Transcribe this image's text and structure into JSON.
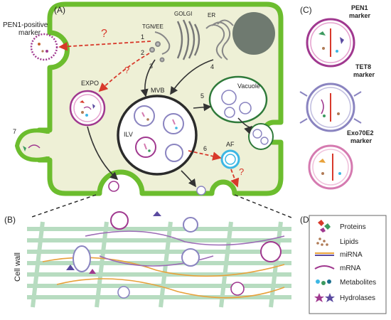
{
  "panels": {
    "a": "(A)",
    "b": "(B)",
    "c": "(C)",
    "d": "(D)"
  },
  "cell_labels": {
    "pen1_positive_marker": [
      "PEN1-positive",
      "marker"
    ],
    "tgn_ee": "TGN/EE",
    "golgi": "GOLGI",
    "er": "ER",
    "expo": "EXPO",
    "mvb": "MVB",
    "vacuole": "Vacuole",
    "ilv": "ILV",
    "af": "AF",
    "question": "?"
  },
  "pathways": [
    "1",
    "2",
    "3",
    "4",
    "5",
    "6",
    "7"
  ],
  "cell_wall_label": "Cell wall",
  "markers": [
    [
      "PEN1",
      "marker"
    ],
    [
      "TET8",
      "marker"
    ],
    [
      "Exo70E2",
      "marker"
    ]
  ],
  "legend": {
    "items": [
      "Proteins",
      "Lipids",
      "miRNA",
      "mRNA",
      "Metabolites",
      "Hydrolases"
    ]
  },
  "colors": {
    "cell_wall_green": "#6cbd2e",
    "cytoplasm": "#eef0d6",
    "nucleus": "#6f7a70",
    "pathway_red": "#d8392b",
    "pen1_purple": "#a0388f",
    "tet8_blue": "#8a84c0",
    "exo70e2_pink": "#d57ab0",
    "wall_fiber": "#b7dcc0",
    "hydrolase": "#5a4aa0",
    "af_blue": "#3db7e4",
    "vacuole_green": "#2f7a3a"
  }
}
